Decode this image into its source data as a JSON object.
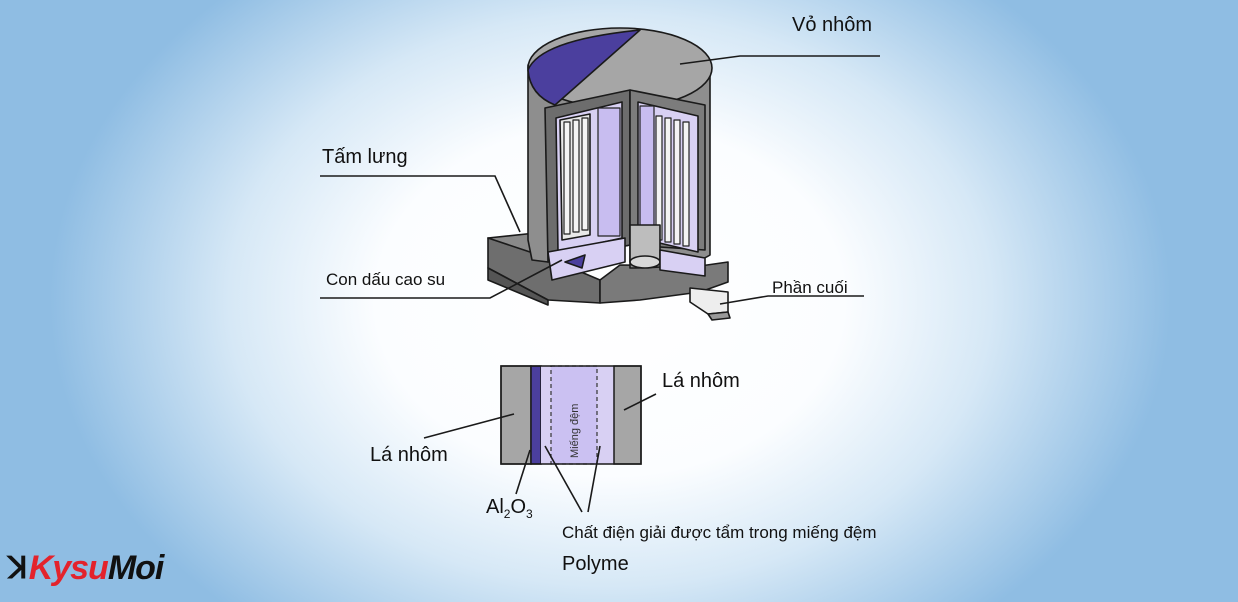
{
  "labels": {
    "aluminum_case": "Vỏ nhôm",
    "backing_plate": "Tấm lưng",
    "rubber_seal": "Con dấu cao su",
    "terminal": "Phần cuối",
    "foil_right": "Lá nhôm",
    "foil_left": "Lá nhôm",
    "separator": "Miếng đệm",
    "oxide_main": "Al",
    "oxide_sub1": "2",
    "oxide_mid": "O",
    "oxide_sub2": "3",
    "electrolyte": "Chất điện giải được tẩm trong miếng đệm",
    "polymer": "Polyme"
  },
  "logo": {
    "mark": "ꓘ",
    "part1": "Kysu",
    "part2": "Moi"
  },
  "colors": {
    "purple": "#4b3f9e",
    "lavender": "#d8d0f3",
    "gray": "#9a9a9a",
    "dark_gray": "#5e5e5e",
    "brand_red": "#e3232c"
  }
}
